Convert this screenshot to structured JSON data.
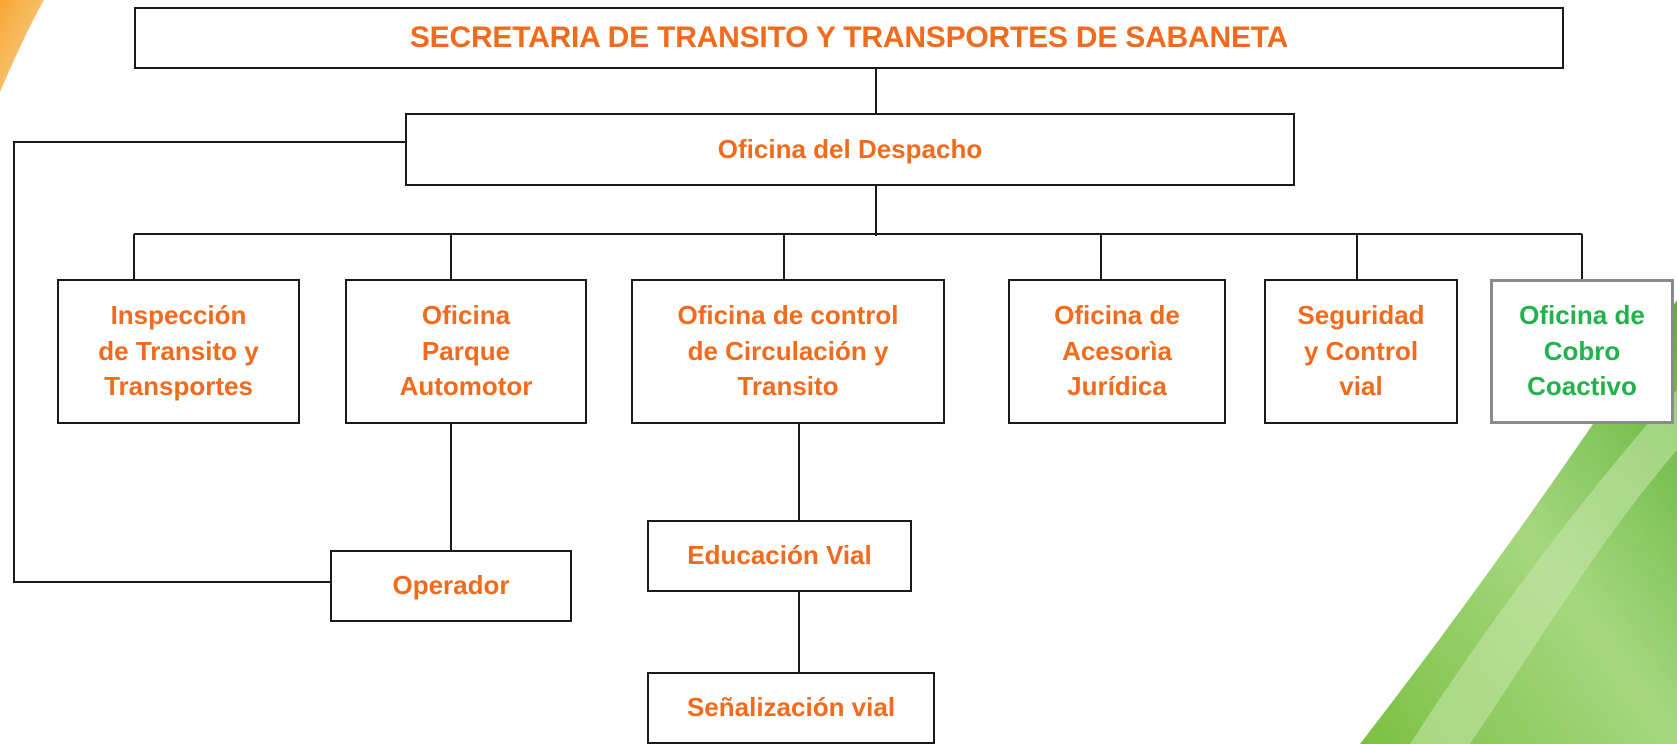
{
  "title": "SECRETARIA DE TRANSITO Y TRANSPORTES DE SABANETA",
  "office": "Oficina del Despacho",
  "departments": [
    {
      "id": "inspeccion",
      "label": "Inspección\nde Transito y\nTransportes"
    },
    {
      "id": "parque",
      "label": "Oficina\nParque\nAutomotor"
    },
    {
      "id": "control",
      "label": "Oficina de control\nde Circulación y\nTransito"
    },
    {
      "id": "juridica",
      "label": "Oficina de\nAcesorìa\nJurídica"
    },
    {
      "id": "seguridad",
      "label": "Seguridad\ny Control\nvial"
    },
    {
      "id": "cobro",
      "label": "Oficina de\nCobro\nCoactivo"
    }
  ],
  "sub_units": {
    "operador": "Operador",
    "educacion": "Educación Vial",
    "senalizacion": "Señalización vial"
  },
  "colors": {
    "text_orange": "#f26b1d",
    "text_green": "#22b24c",
    "border": "#1a1a1a",
    "decor_orange": "#f8b14d",
    "decor_green": "#7bc043"
  }
}
